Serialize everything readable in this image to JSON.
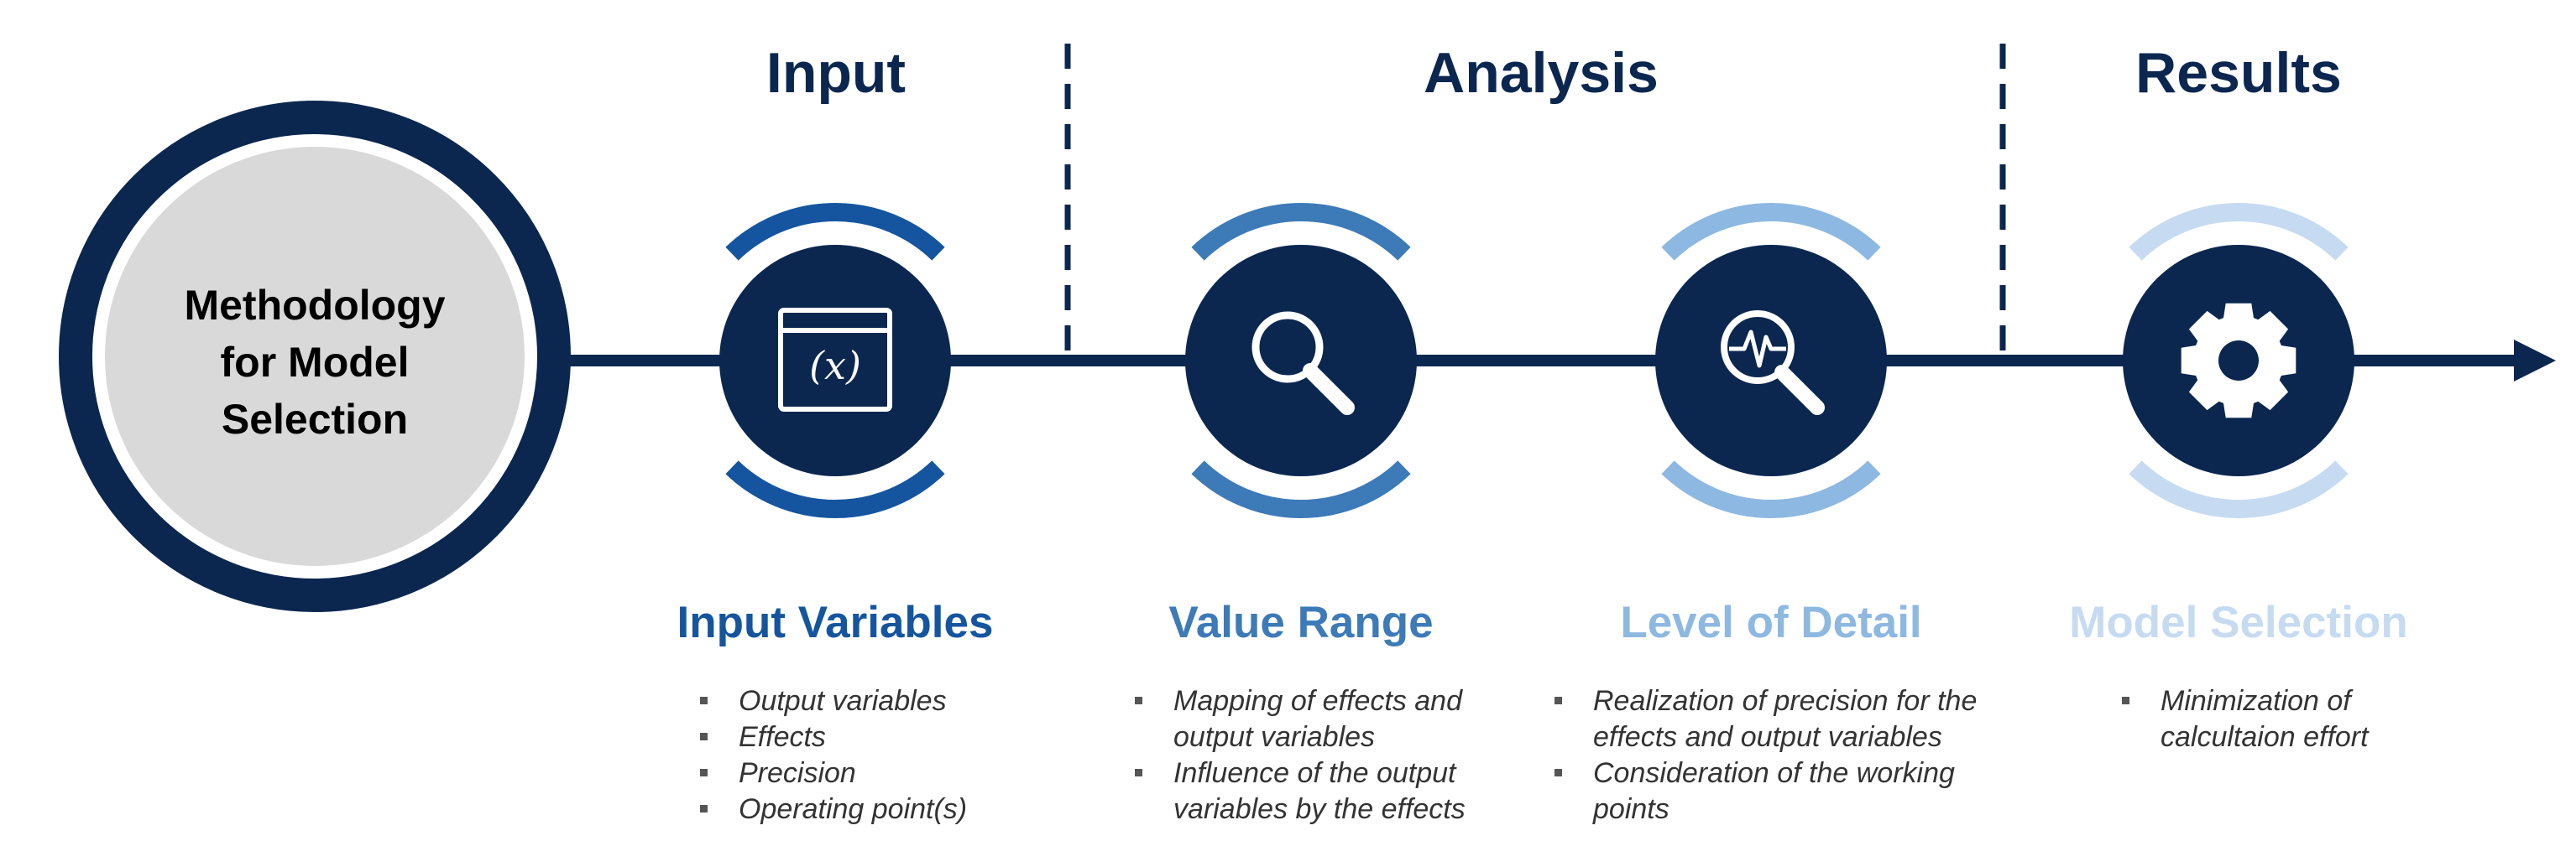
{
  "phases": [
    {
      "label": "Input"
    },
    {
      "label": "Analysis"
    },
    {
      "label": "Results"
    }
  ],
  "hub": {
    "lines": [
      "Methodology",
      "for Model",
      "Selection"
    ]
  },
  "stages": [
    {
      "title": "Input Variables",
      "icon": "function-window-icon",
      "color": "#1555a0",
      "bullets": [
        "Output variables",
        "Effects",
        "Precision",
        "Operating point(s)"
      ]
    },
    {
      "title": "Value Range",
      "icon": "magnifier-icon",
      "color": "#3d7ab8",
      "bullets": [
        "Mapping of effects and output variables",
        "Influence of the output variables by the effects"
      ]
    },
    {
      "title": "Level of Detail",
      "icon": "signal-magnifier-icon",
      "color": "#8db8e2",
      "bullets": [
        "Realization of precision for the effects and output variables",
        "Consideration of the working points"
      ]
    },
    {
      "title": "Model Selection",
      "icon": "gear-icon",
      "color": "#c6dbf1",
      "bullets": [
        "Minimization of calcultaion effort"
      ]
    }
  ],
  "colors": {
    "navy": "#0b2750",
    "hub_fill": "#d9d9d9"
  }
}
